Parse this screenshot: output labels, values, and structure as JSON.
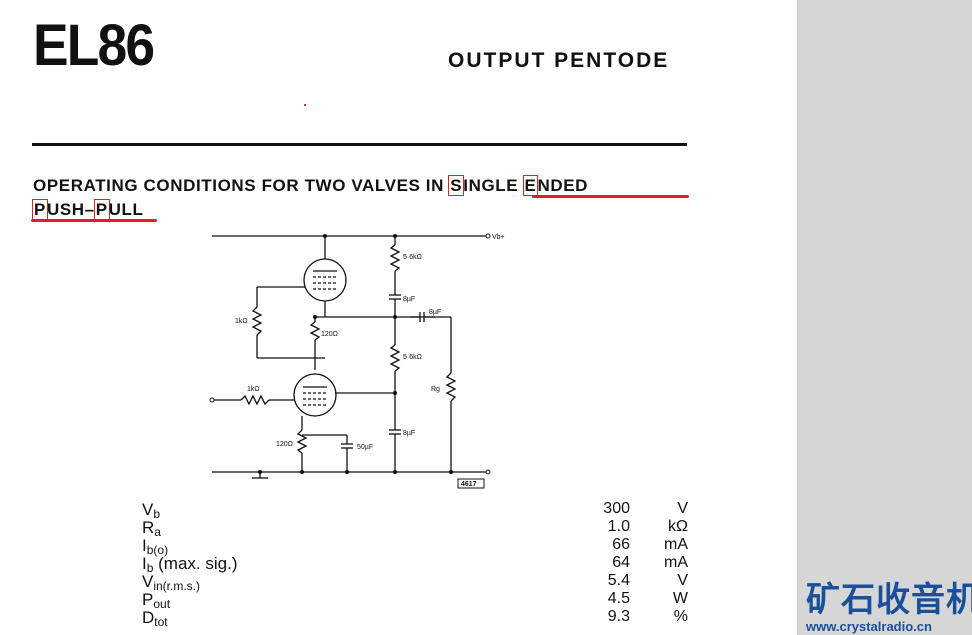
{
  "header": {
    "title": "EL86",
    "subtitle": "OUTPUT PENTODE"
  },
  "section": {
    "heading_prefix": "OPERATING CONDITIONS FOR TWO VALVES IN ",
    "h1": "S",
    "h2": "INGLE ",
    "h3": "E",
    "h4": "NDED",
    "h5": "P",
    "h6": "USH–",
    "h7": "P",
    "h8": "ULL"
  },
  "schematic": {
    "supply_label": "Vb+",
    "r_5k6_top": "5·6kΩ",
    "c_8uf_top": "8µF",
    "r_1k_left": "1kΩ",
    "r_120_mid": "120Ω",
    "c_8uf_out": "8µF",
    "r_5k6_mid": "5·6kΩ",
    "r_g": "Rg",
    "r_1k_in": "1kΩ",
    "r_120_bot": "120Ω",
    "c_50uf": "50µF",
    "c_8uf_bot": "8µF",
    "ref": "4617"
  },
  "params": [
    {
      "name": "V",
      "sub": "b",
      "rest": "",
      "value": "300",
      "unit": "V"
    },
    {
      "name": "R",
      "sub": "a",
      "rest": "",
      "value": "1.0",
      "unit": "kΩ"
    },
    {
      "name": "I",
      "sub": "b(o)",
      "rest": "",
      "value": "66",
      "unit": "mA"
    },
    {
      "name": "I",
      "sub": "b",
      "rest": " (max. sig.)",
      "value": "64",
      "unit": "mA"
    },
    {
      "name": "V",
      "sub": "in(r.m.s.)",
      "rest": "",
      "value": "5.4",
      "unit": "V"
    },
    {
      "name": "P",
      "sub": "out",
      "rest": "",
      "value": "4.5",
      "unit": "W"
    },
    {
      "name": "D",
      "sub": "tot",
      "rest": "",
      "value": "9.3",
      "unit": "%"
    }
  ],
  "watermark": {
    "cn": "矿石收音机",
    "url": "www.crystalradio.cn"
  }
}
